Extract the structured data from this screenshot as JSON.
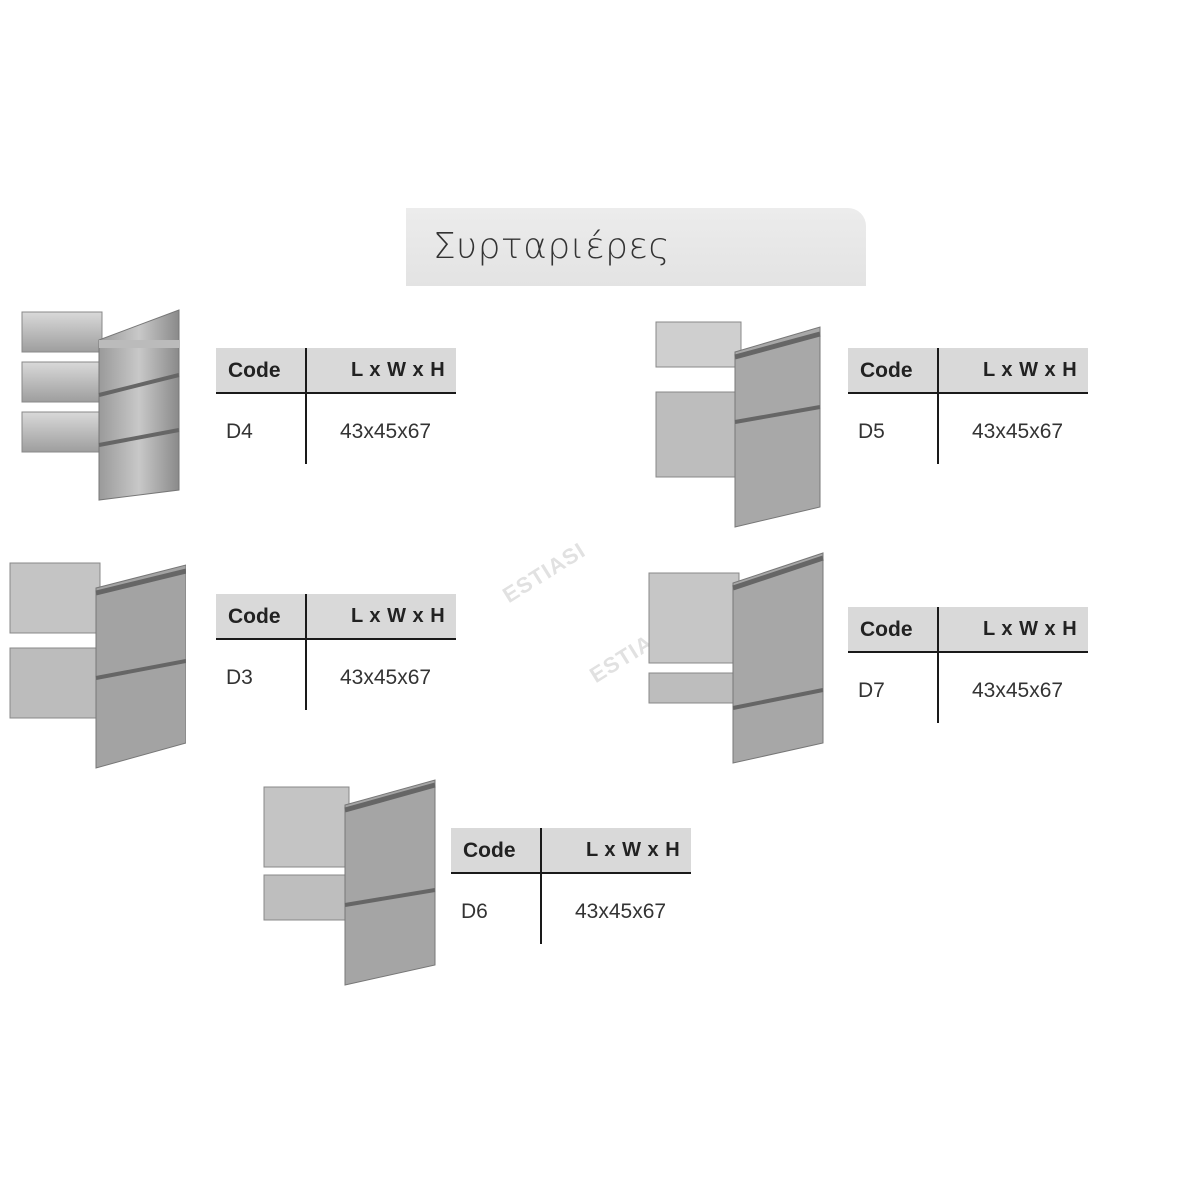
{
  "title": "Συρταριέρες",
  "watermark": "ESTIASI",
  "headers": {
    "code": "Code",
    "dims": "L x W x H"
  },
  "products": [
    {
      "code": "D4",
      "dims": "43x45x67",
      "drawers": 3
    },
    {
      "code": "D5",
      "dims": "43x45x67",
      "drawers": 2
    },
    {
      "code": "D3",
      "dims": "43x45x67",
      "drawers": 2
    },
    {
      "code": "D7",
      "dims": "43x45x67",
      "drawers": 2
    },
    {
      "code": "D6",
      "dims": "43x45x67",
      "drawers": 2
    }
  ]
}
